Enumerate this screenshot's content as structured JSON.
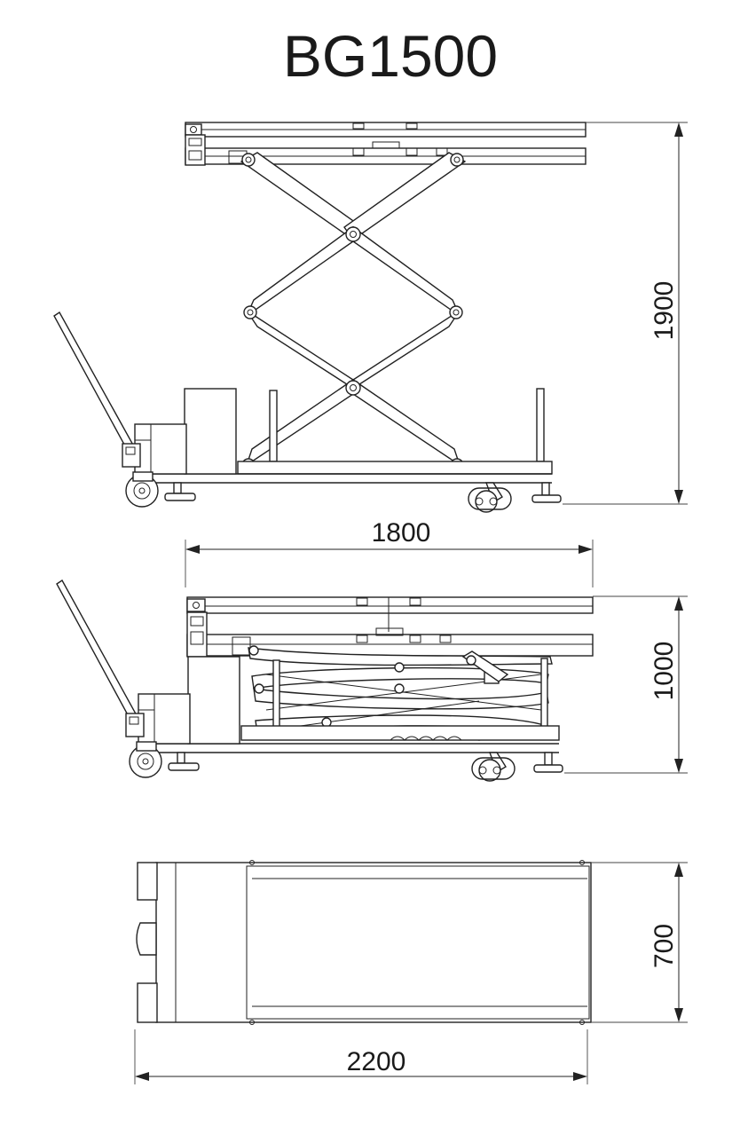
{
  "title": "BG1500",
  "views": [
    {
      "id": "raised",
      "dimension_label": "1900",
      "dimension_axis": "vertical"
    },
    {
      "id": "width",
      "dimension_label": "1800",
      "dimension_axis": "horizontal"
    },
    {
      "id": "lowered",
      "dimension_label": "1000",
      "dimension_axis": "vertical"
    },
    {
      "id": "top-width",
      "dimension_label": "700",
      "dimension_axis": "vertical"
    },
    {
      "id": "top-length",
      "dimension_label": "2200",
      "dimension_axis": "horizontal"
    }
  ],
  "colors": {
    "line": "#222222",
    "background": "#ffffff",
    "text": "#1a1a1a"
  }
}
